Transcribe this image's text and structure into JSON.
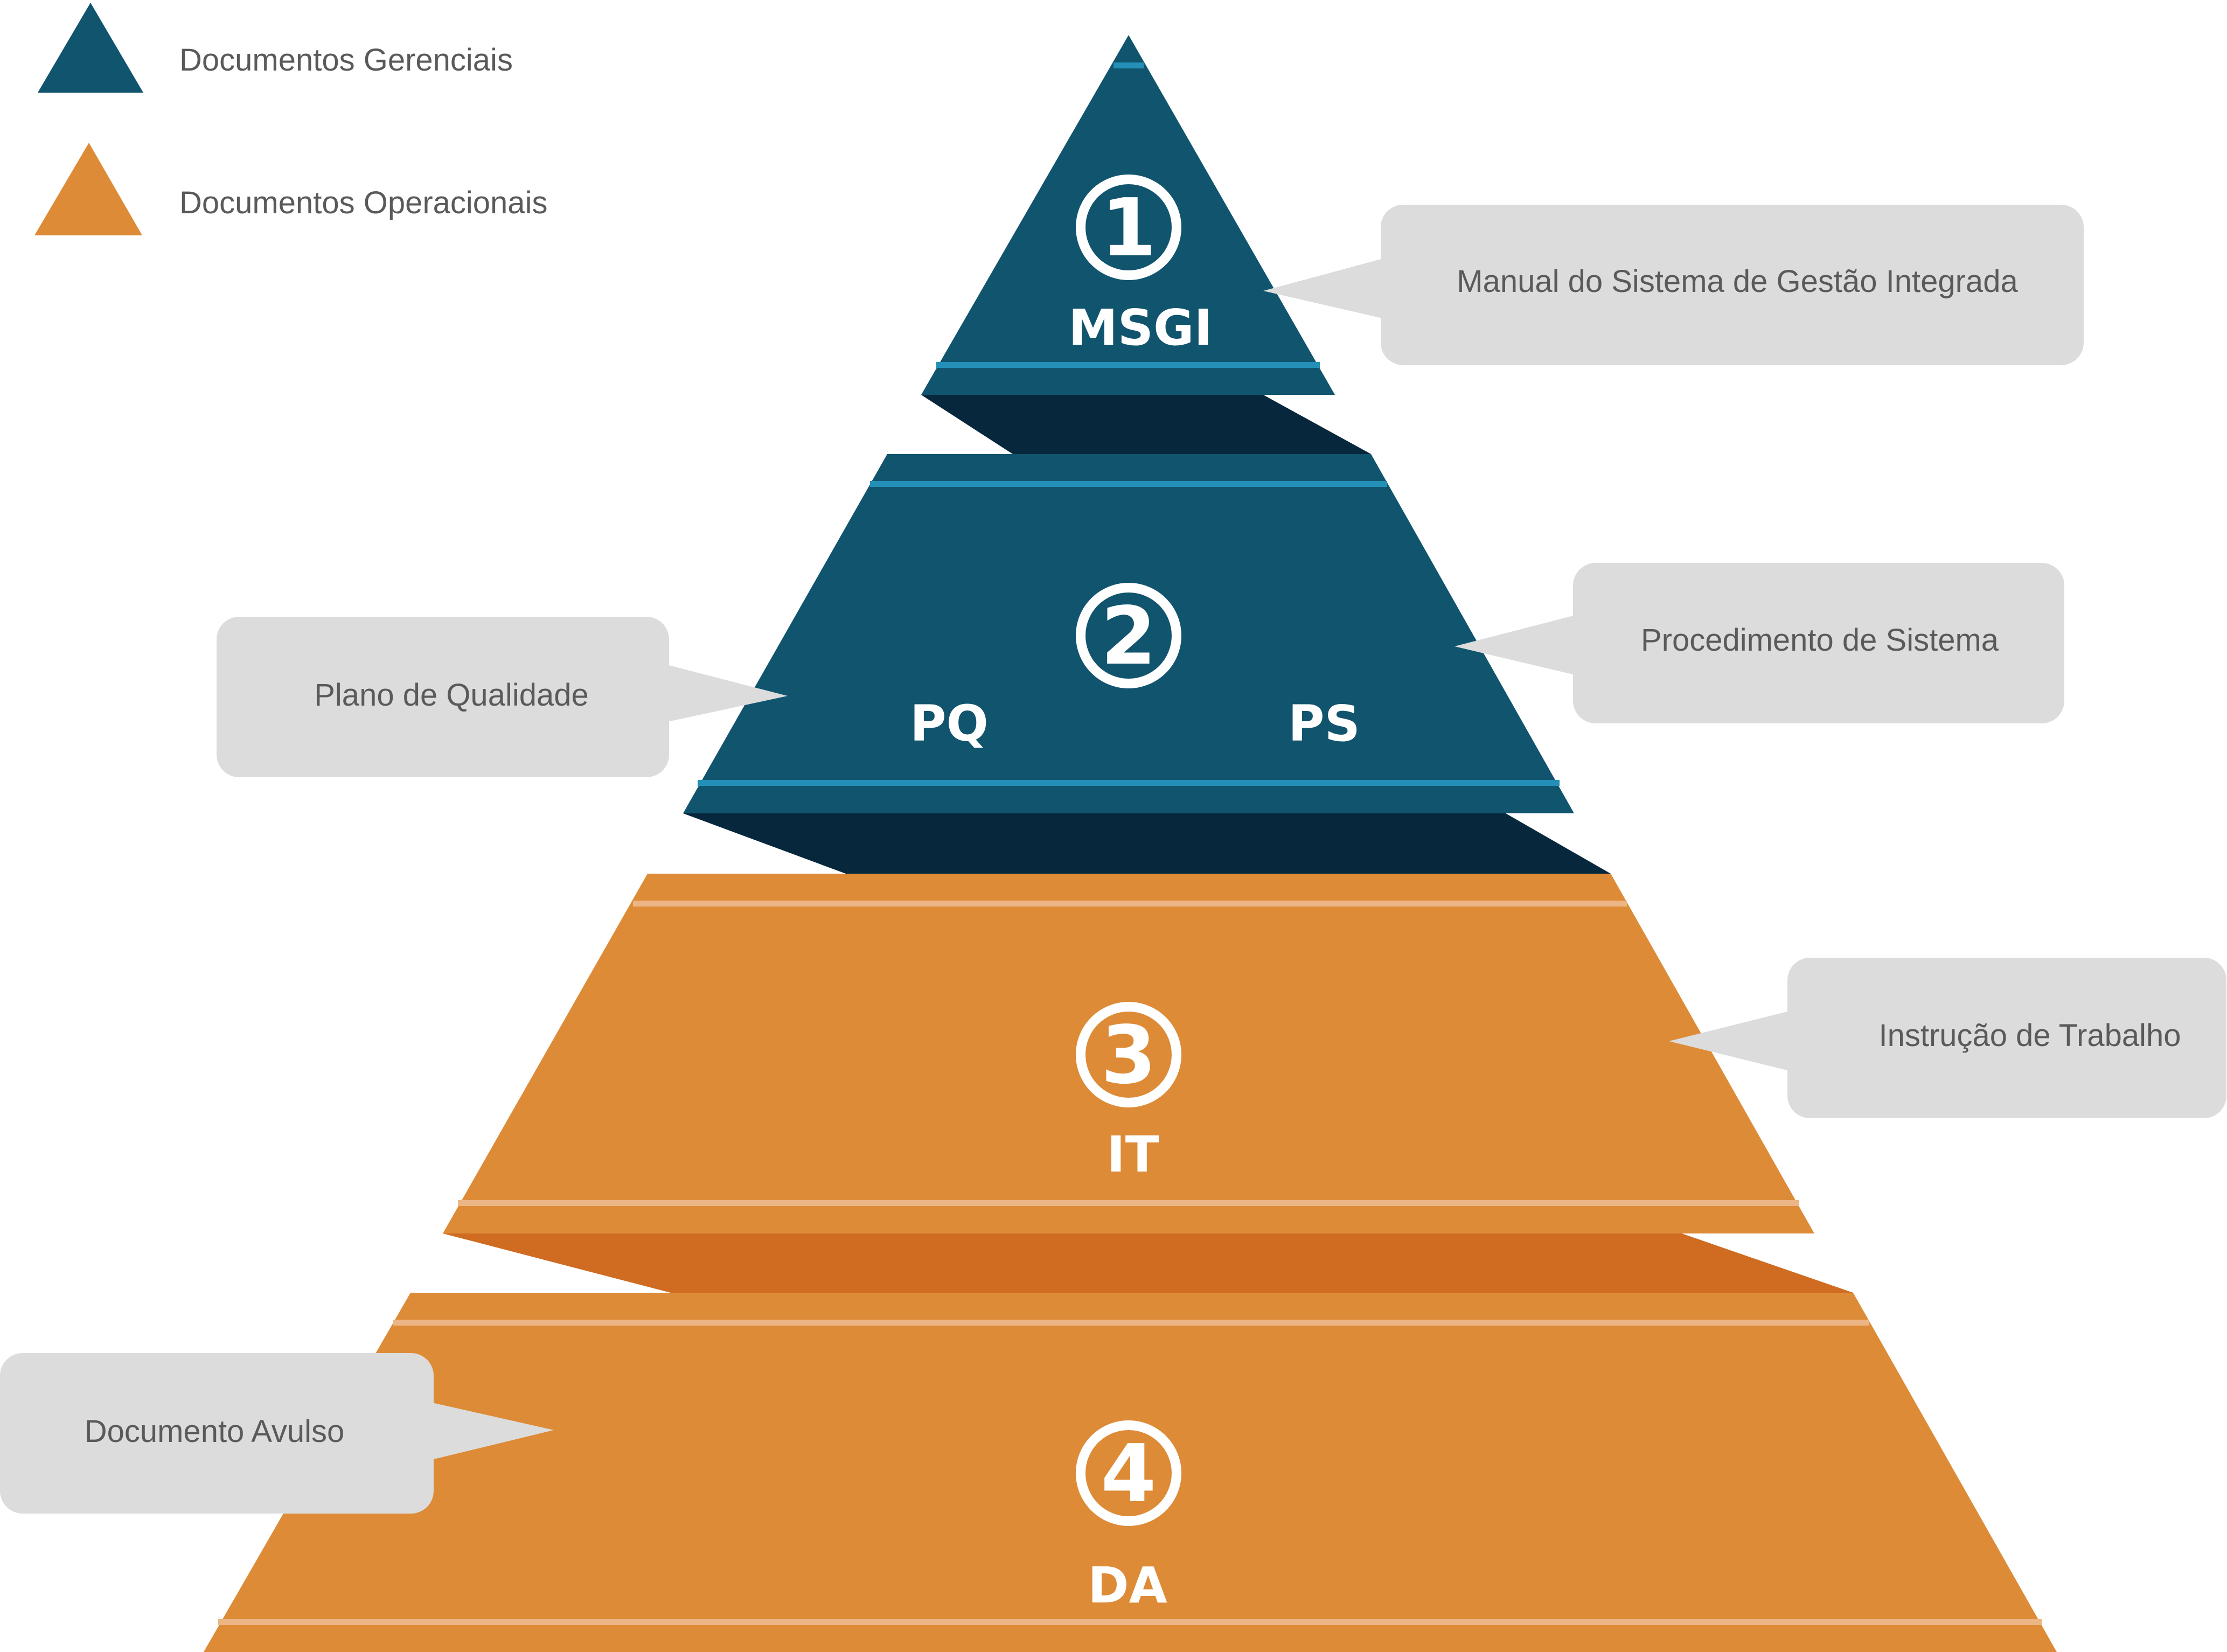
{
  "colors": {
    "managerial": "#11546e",
    "managerial_dark": "#06273c",
    "managerial_stripe": "#2490b8",
    "operational": "#dd8b37",
    "operational_dark": "#cf6c22",
    "operational_stripe": "#ecb585",
    "callout_bg": "#dcdcdc",
    "label_text": "#5a5a5a"
  },
  "legend": {
    "managerial": "Documentos Gerenciais",
    "operational": "Documentos Operacionais"
  },
  "tiers": [
    {
      "number": "1",
      "codes": [
        "MSGI"
      ],
      "category": "managerial"
    },
    {
      "number": "2",
      "codes": [
        "PQ",
        "PS"
      ],
      "category": "managerial"
    },
    {
      "number": "3",
      "codes": [
        "IT"
      ],
      "category": "operational"
    },
    {
      "number": "4",
      "codes": [
        "DA"
      ],
      "category": "operational"
    }
  ],
  "callouts": {
    "msgi": "Manual do Sistema de Gestão Integrada",
    "pq": "Plano de Qualidade",
    "ps": "Procedimento de Sistema",
    "it": "Instrução de Trabalho",
    "da": "Documento Avulso"
  }
}
